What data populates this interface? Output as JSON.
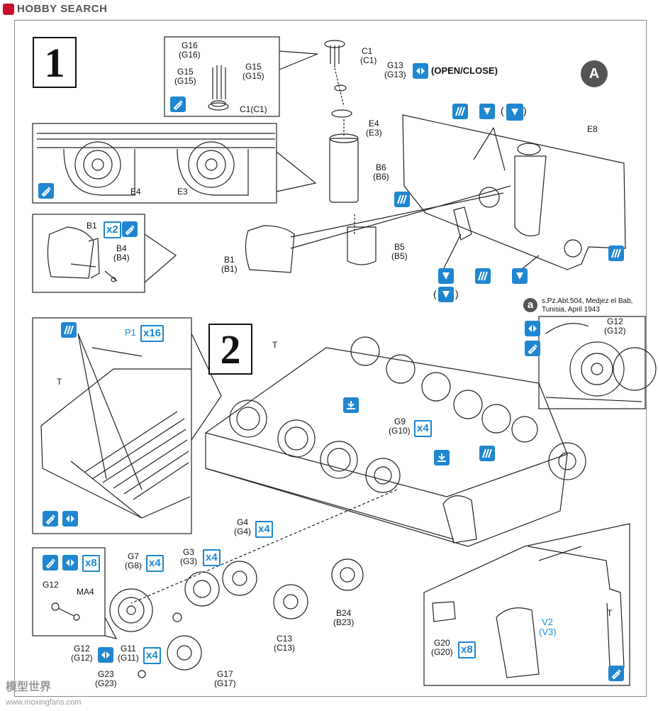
{
  "header": {
    "brand": "HOBBY SEARCH"
  },
  "steps": {
    "one": "1",
    "two": "2"
  },
  "callout_a": {
    "marker": "A",
    "note_marker": "a",
    "note_line1": "s.Pz.Abt.504, Medjez el Bab,",
    "note_line2": "Tunisia, April 1943",
    "g12": "G12",
    "g12_alt": "(G12)"
  },
  "open_close": "(OPEN/CLOSE)",
  "step1": {
    "g16": "G16",
    "g16_alt": "(G16)",
    "g15a": "G15",
    "g15a_alt": "(G15)",
    "g15b": "G15",
    "g15b_alt": "(G15)",
    "c1_inset": "C1(C1)",
    "c1": "C1",
    "c1_alt": "(C1)",
    "g13": "G13",
    "g13_alt": "(G13)",
    "e4": "E4",
    "e4_alt": "(E3)",
    "b6": "B6",
    "b6_alt": "(B6)",
    "b5": "B5",
    "b5_alt": "(B5)",
    "b1": "B1",
    "b1_alt": "(B1)",
    "e8": "E8",
    "e4_inset": "E4",
    "e3_inset": "E3",
    "b1_inset": "B1",
    "b4": "B4",
    "b4_alt": "(B4)",
    "x2": "x2"
  },
  "step2": {
    "t_main": "T",
    "t_inset_left": "T",
    "t_inset_right": "T",
    "p1": "P1",
    "x16": "x16",
    "g9": "G9",
    "g9_alt": "(G10)",
    "x4_g9": "x4",
    "g4": "G4",
    "g4_alt": "(G4)",
    "x4_g4": "x4",
    "g7": "G7",
    "g7_alt": "(G8)",
    "x4_g7": "x4",
    "g3": "G3",
    "g3_alt": "(G3)",
    "x4_g3": "x4",
    "g12": "G12",
    "ma4": "MA4",
    "x8_top": "x8",
    "g12b": "G12",
    "g12b_alt": "(G12)",
    "g11": "G11",
    "g11_alt": "(G11)",
    "x4_g11": "x4",
    "g23": "G23",
    "g23_alt": "(G23)",
    "g17": "G17",
    "g17_alt": "(G17)",
    "c13": "C13",
    "c13_alt": "(C13)",
    "b24": "B24",
    "b24_alt": "(B23)",
    "g20": "G20",
    "g20_alt": "(G20)",
    "x8_g20": "x8",
    "v2": "V2",
    "v2_alt": "(V3)"
  },
  "footer": {
    "watermark": "www.moxingfans.com",
    "watermark_cn": "模型世界"
  }
}
